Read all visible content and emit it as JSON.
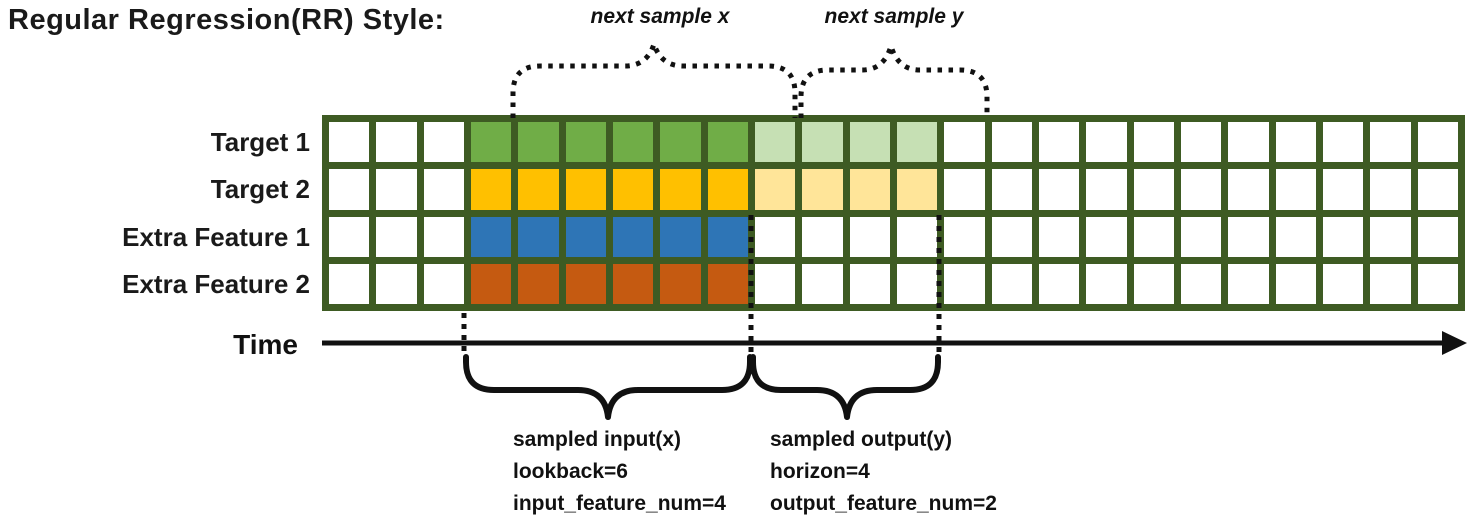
{
  "diagram": {
    "title": "Regular Regression(RR) Style:",
    "time_axis_label": "Time"
  },
  "colors": {
    "frame_green": "#3E5B23",
    "empty_cell": "#FFFFFF",
    "annotation_black": "#111111",
    "target1_input": "#70AD47",
    "target1_output": "#C6E0B4",
    "target2_input": "#FFC000",
    "target2_output": "#FFE599",
    "extra1_input": "#2E75B6",
    "extra2_input": "#C55A11"
  },
  "grid": {
    "total_columns": 24,
    "lead_empty_columns": 3,
    "input_columns": 6,
    "output_columns": 4,
    "trailing_empty_columns": 11,
    "rows": [
      {
        "label": "Target 1",
        "input_color": "#70AD47",
        "output_color": "#C6E0B4"
      },
      {
        "label": "Target 2",
        "input_color": "#FFC000",
        "output_color": "#FFE599"
      },
      {
        "label": "Extra Feature 1",
        "input_color": "#2E75B6",
        "output_color": null
      },
      {
        "label": "Extra Feature 2",
        "input_color": "#C55A11",
        "output_color": null
      }
    ]
  },
  "annotations": {
    "next_sample_x": "next sample x",
    "next_sample_y": "next sample y",
    "sampled_input": {
      "line1": "sampled input(x)",
      "line2": "lookback=6",
      "line3": "input_feature_num=4"
    },
    "sampled_output": {
      "line1": "sampled output(y)",
      "line2": "horizon=4",
      "line3": "output_feature_num=2"
    }
  }
}
